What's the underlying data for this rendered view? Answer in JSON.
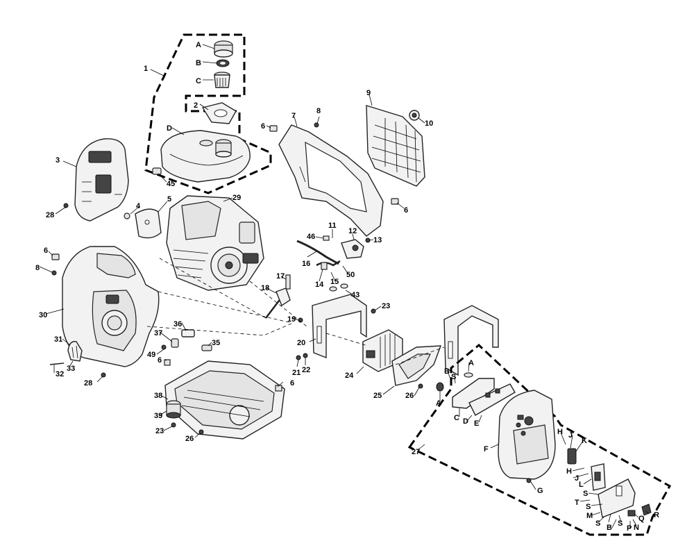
{
  "callouts": [
    {
      "id": "c-1",
      "text": "1"
    },
    {
      "id": "c-A1",
      "text": "A"
    },
    {
      "id": "c-B1",
      "text": "B"
    },
    {
      "id": "c-C1",
      "text": "C"
    },
    {
      "id": "c-2",
      "text": "2"
    },
    {
      "id": "c-D1",
      "text": "D"
    },
    {
      "id": "c-3",
      "text": "3"
    },
    {
      "id": "c-45",
      "text": "45"
    },
    {
      "id": "c-28a",
      "text": "28"
    },
    {
      "id": "c-4",
      "text": "4"
    },
    {
      "id": "c-5",
      "text": "5"
    },
    {
      "id": "c-29",
      "text": "29"
    },
    {
      "id": "c-6a",
      "text": "6"
    },
    {
      "id": "c-8a",
      "text": "8"
    },
    {
      "id": "c-7",
      "text": "7"
    },
    {
      "id": "c-9",
      "text": "9"
    },
    {
      "id": "c-10",
      "text": "10"
    },
    {
      "id": "c-6b",
      "text": "6"
    },
    {
      "id": "c-6c",
      "text": "6"
    },
    {
      "id": "c-8b",
      "text": "8"
    },
    {
      "id": "c-30",
      "text": "30"
    },
    {
      "id": "c-11",
      "text": "11"
    },
    {
      "id": "c-46",
      "text": "46"
    },
    {
      "id": "c-12",
      "text": "12"
    },
    {
      "id": "c-13",
      "text": "13"
    },
    {
      "id": "c-16",
      "text": "16"
    },
    {
      "id": "c-14",
      "text": "14"
    },
    {
      "id": "c-15",
      "text": "15"
    },
    {
      "id": "c-50",
      "text": "50"
    },
    {
      "id": "c-43",
      "text": "43"
    },
    {
      "id": "c-17",
      "text": "17"
    },
    {
      "id": "c-18",
      "text": "18"
    },
    {
      "id": "c-19",
      "text": "19"
    },
    {
      "id": "c-23a",
      "text": "23"
    },
    {
      "id": "c-20",
      "text": "20"
    },
    {
      "id": "c-36",
      "text": "36"
    },
    {
      "id": "c-37",
      "text": "37"
    },
    {
      "id": "c-35",
      "text": "35"
    },
    {
      "id": "c-31",
      "text": "31"
    },
    {
      "id": "c-49",
      "text": "49"
    },
    {
      "id": "c-6d",
      "text": "6"
    },
    {
      "id": "c-33",
      "text": "33"
    },
    {
      "id": "c-32",
      "text": "32"
    },
    {
      "id": "c-28b",
      "text": "28"
    },
    {
      "id": "c-21",
      "text": "21"
    },
    {
      "id": "c-22",
      "text": "22"
    },
    {
      "id": "c-24",
      "text": "24"
    },
    {
      "id": "c-6e",
      "text": "6"
    },
    {
      "id": "c-38",
      "text": "38"
    },
    {
      "id": "c-39",
      "text": "39"
    },
    {
      "id": "c-23b",
      "text": "23"
    },
    {
      "id": "c-26a",
      "text": "26"
    },
    {
      "id": "c-25",
      "text": "25"
    },
    {
      "id": "c-26b",
      "text": "26"
    },
    {
      "id": "c-27",
      "text": "27"
    },
    {
      "id": "c-B2",
      "text": "B"
    },
    {
      "id": "c-S1",
      "text": "S"
    },
    {
      "id": "c-A2",
      "text": "A"
    },
    {
      "id": "c-A3",
      "text": "A"
    },
    {
      "id": "c-C2",
      "text": "C"
    },
    {
      "id": "c-D2",
      "text": "D"
    },
    {
      "id": "c-E",
      "text": "E"
    },
    {
      "id": "c-F",
      "text": "F"
    },
    {
      "id": "c-G",
      "text": "G"
    },
    {
      "id": "c-H1",
      "text": "H"
    },
    {
      "id": "c-J1",
      "text": "J"
    },
    {
      "id": "c-K",
      "text": "K"
    },
    {
      "id": "c-H2",
      "text": "H"
    },
    {
      "id": "c-J2",
      "text": "J"
    },
    {
      "id": "c-L",
      "text": "L"
    },
    {
      "id": "c-S2",
      "text": "S"
    },
    {
      "id": "c-T",
      "text": "T"
    },
    {
      "id": "c-S3",
      "text": "S"
    },
    {
      "id": "c-R",
      "text": "R"
    },
    {
      "id": "c-M",
      "text": "M"
    },
    {
      "id": "c-S4",
      "text": "S"
    },
    {
      "id": "c-S5",
      "text": "S"
    },
    {
      "id": "c-Q",
      "text": "Q"
    },
    {
      "id": "c-B3",
      "text": "B"
    },
    {
      "id": "c-P",
      "text": "P"
    },
    {
      "id": "c-N",
      "text": "N"
    }
  ]
}
